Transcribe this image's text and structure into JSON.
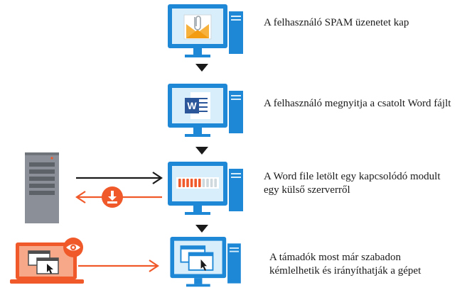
{
  "steps": [
    {
      "text": "A felhasználó SPAM üzenetet kap",
      "icon": "envelope-paperclip-icon"
    },
    {
      "text": "A felhasználó megnyitja a csatolt Word fájlt",
      "icon": "word-document-icon"
    },
    {
      "lines": [
        "A Word file letölt egy kapcsolódó modult",
        "egy külső szerverről"
      ],
      "icon": "progress-bar-icon"
    },
    {
      "lines": [
        "A támadók most már szabadon",
        "kémlelhetik és irányíthatják a gépet"
      ],
      "icon": "windows-cursor-icon"
    }
  ],
  "progress": {
    "filled_segments": 6,
    "total_segments": 10
  },
  "colors": {
    "monitor_blue": "#1e88d6",
    "screen_light": "#d9eefb",
    "accent_orange": "#f0592a",
    "dark": "#1a1a1a",
    "server_gray": "#8b8f97"
  }
}
